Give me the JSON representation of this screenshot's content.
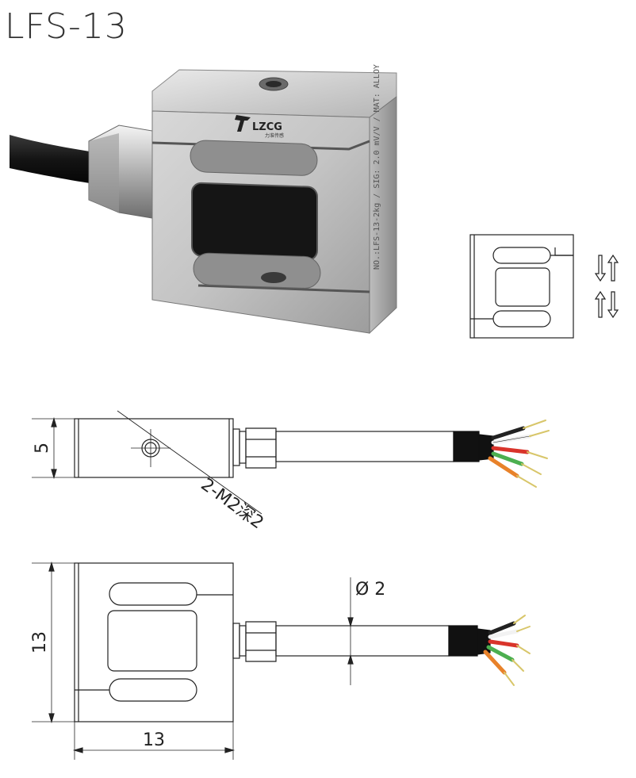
{
  "title": "LFS-13",
  "product": {
    "brand": "LZCG",
    "brand_sub": "力准传感",
    "side_text": "NO.:LFS-13-2kg / SIG: 2.0 mV/V / MAT: ALLOY"
  },
  "drawings": {
    "side_view": {
      "height_label": "5",
      "thread_label": "2-M2深2"
    },
    "front_view": {
      "height_label": "13",
      "width_label": "13",
      "cable_diameter_label": "Ø 2"
    }
  },
  "colors": {
    "cable": "#1a1a1a",
    "metal": "#c9c9c9",
    "wire_red": "#d9342b",
    "wire_green": "#4caf50",
    "wire_white": "#f2f2f2",
    "wire_orange": "#e8822a",
    "wire_tip": "#d8c66a"
  },
  "icons": [
    "arrow-down-icon",
    "arrow-up-icon"
  ]
}
